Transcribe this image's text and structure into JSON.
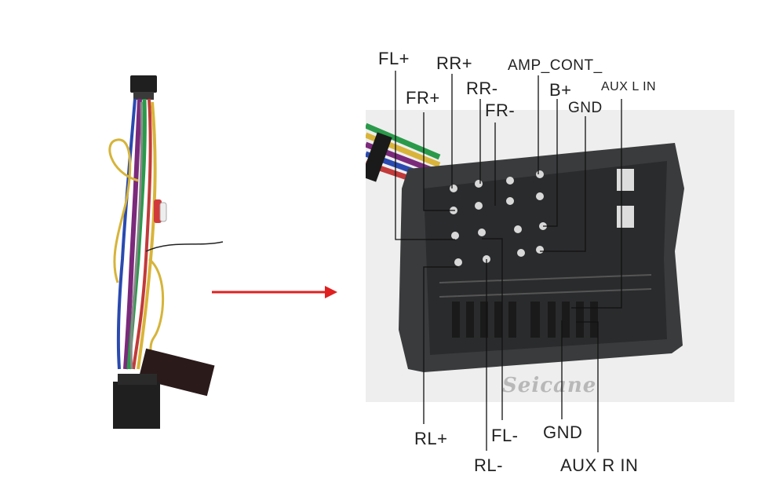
{
  "watermark": "Seicane",
  "colors": {
    "arrow": "#e02020",
    "connector": "#3a3b3d",
    "background_photo": "#eeeeee",
    "leader_line": "#111111"
  },
  "icons": [
    "wiring-harness-icon",
    "right-arrow-icon",
    "connector-face-icon"
  ],
  "labels": {
    "fl_plus": "FL+",
    "rr_plus": "RR+",
    "amp_cont": "AMP_CONT_",
    "rr_minus": "RR-",
    "fr_plus": "FR+",
    "fr_minus": "FR-",
    "b_plus": "B+",
    "aux_l_in": "AUX L IN",
    "gnd_top": "GND",
    "rl_plus": "RL+",
    "fl_minus": "FL-",
    "gnd_bottom": "GND",
    "rl_minus": "RL-",
    "aux_r_in": "AUX R IN"
  }
}
